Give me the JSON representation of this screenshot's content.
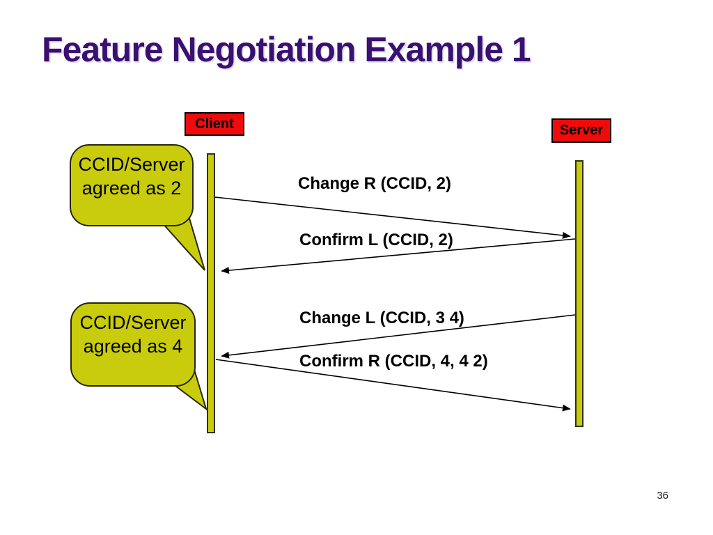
{
  "slide": {
    "title": "Feature Negotiation Example 1",
    "page_number": "36"
  },
  "actors": [
    {
      "id": "client",
      "label": "Client"
    },
    {
      "id": "server",
      "label": "Server"
    }
  ],
  "callouts": [
    {
      "line1": "CCID/Server",
      "line2": "agreed as 2",
      "points_to": "client-lifeline"
    },
    {
      "line1": "CCID/Server",
      "line2": "agreed as 4",
      "points_to": "client-lifeline"
    }
  ],
  "messages": [
    {
      "label": "Change R (CCID, 2)",
      "from": "client",
      "to": "server"
    },
    {
      "label": "Confirm L (CCID, 2)",
      "from": "server",
      "to": "client"
    },
    {
      "label": "Change L (CCID, 3 4)",
      "from": "server",
      "to": "client"
    },
    {
      "label": "Confirm R (CCID, 4, 4 2)",
      "from": "client",
      "to": "server"
    }
  ],
  "colors": {
    "title_text": "#3a1072",
    "actor_fill": "#ee0b0b",
    "actor_border": "#000000",
    "lifeline_fill": "#c9cc0c",
    "callout_fill": "#c9cc0c",
    "message_text": "#000000",
    "background": "#ffffff"
  }
}
